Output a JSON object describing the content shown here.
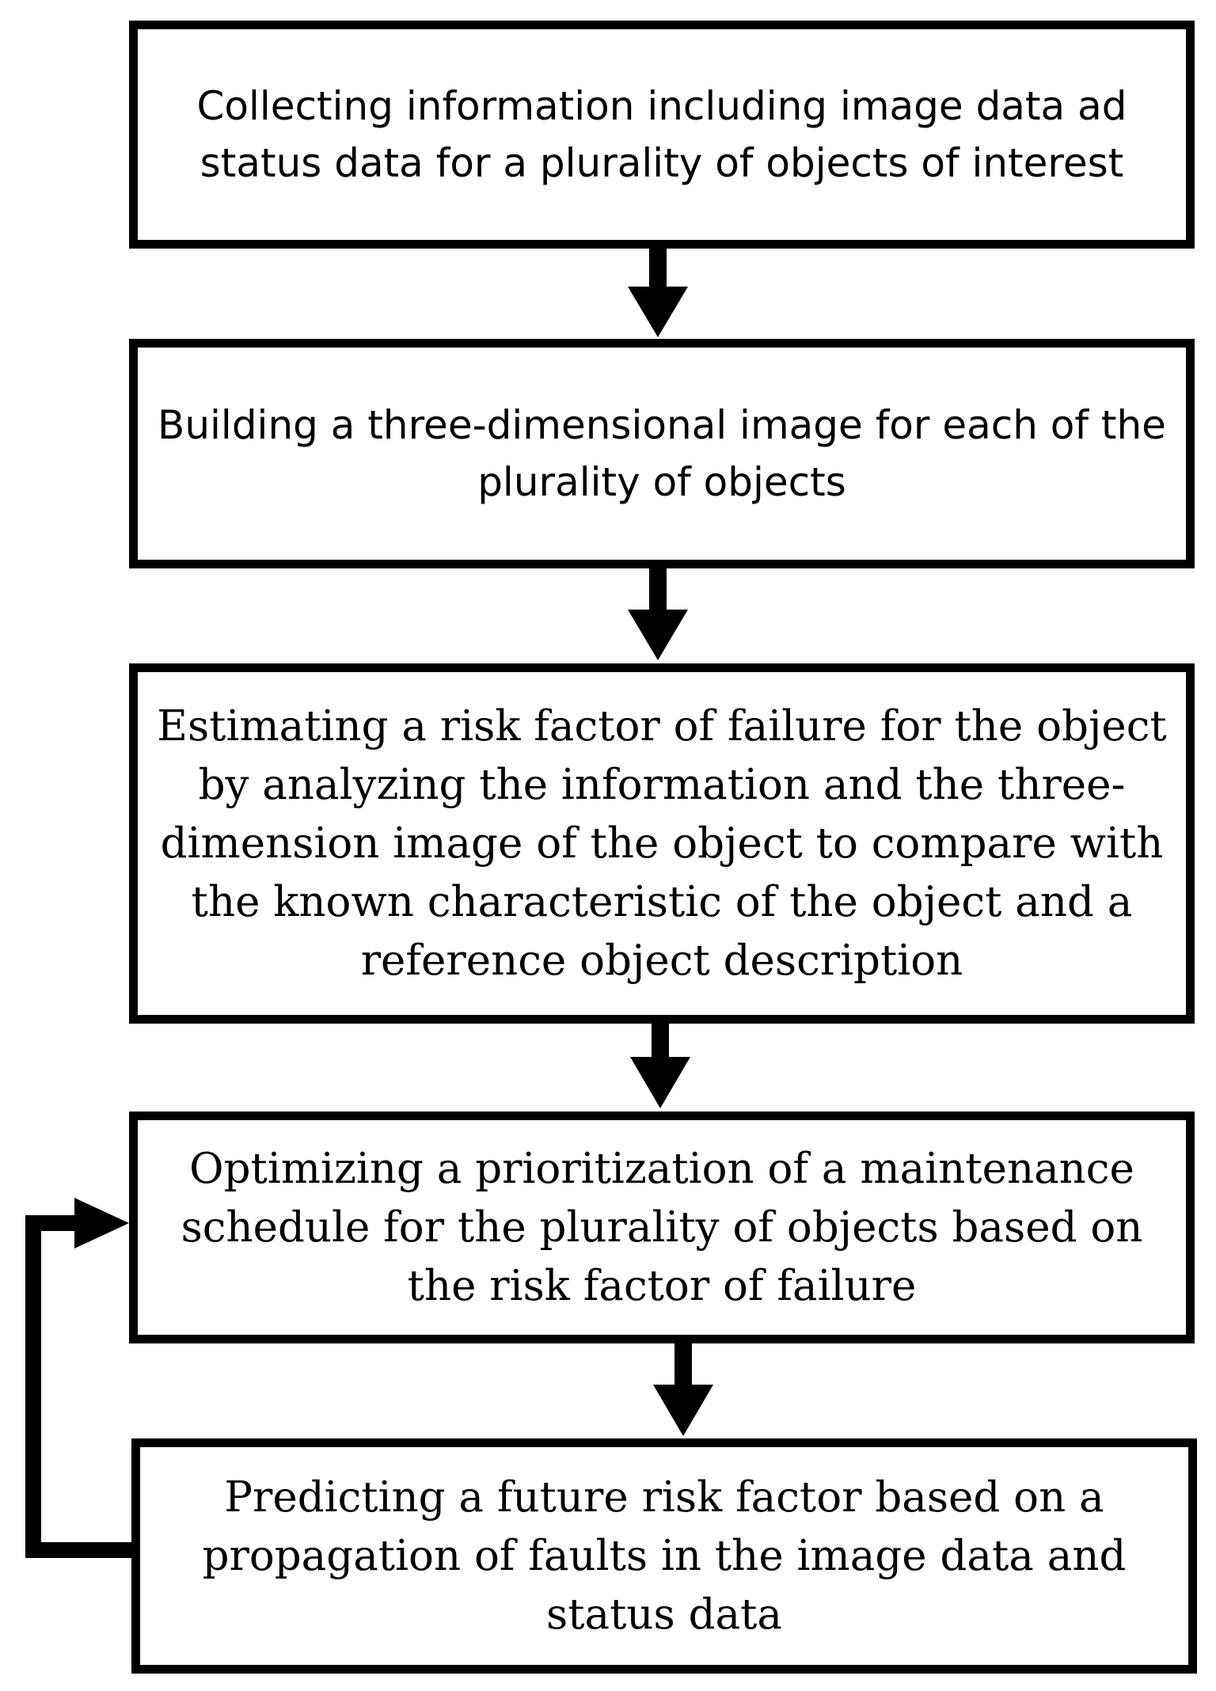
{
  "flowchart": {
    "steps": [
      {
        "text": "Collecting information including image data ad status data for a plurality of objects of interest"
      },
      {
        "text": "Building a three-dimensional image for each of the plurality of objects"
      },
      {
        "text": "Estimating a risk factor of failure for the object by analyzing the information and the three-dimension image of the object to compare with the known characteristic of the object and a reference object description"
      },
      {
        "text": "Optimizing a prioritization of a maintenance schedule for the plurality of objects based on the risk factor of failure"
      },
      {
        "text": "Predicting a future risk factor based on a propagation of faults in the image data and status data"
      }
    ],
    "connections": [
      {
        "from": 1,
        "to": 2
      },
      {
        "from": 2,
        "to": 3
      },
      {
        "from": 3,
        "to": 4
      },
      {
        "from": 4,
        "to": 5
      },
      {
        "from": 5,
        "to": 4,
        "type": "feedback-loop"
      }
    ],
    "colors": {
      "stroke": "#000000",
      "fill": "#ffffff"
    }
  }
}
